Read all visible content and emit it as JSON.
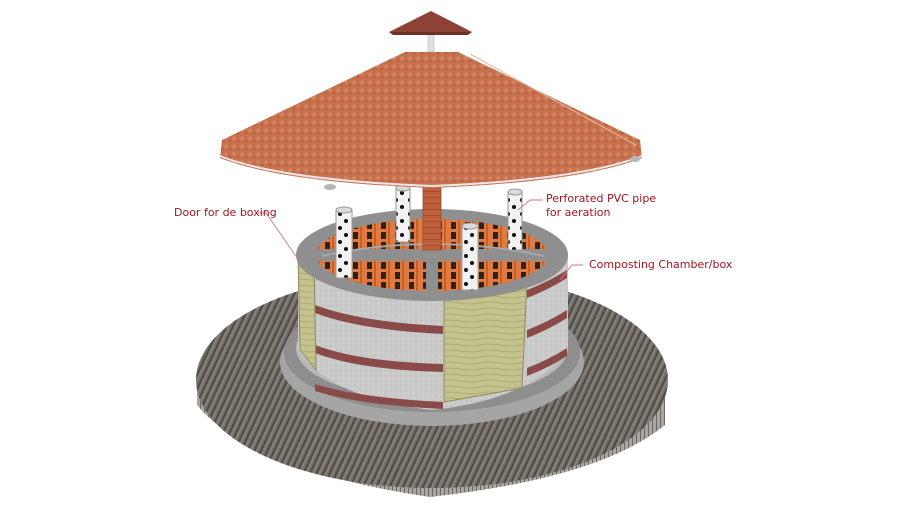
{
  "diagram": {
    "subject": "Round composting bin with conical roof",
    "labels": [
      {
        "id": "door",
        "text": "Door for de boxing"
      },
      {
        "id": "pipe",
        "line1": "Perforated PVC pipe",
        "line2": "for aeration"
      },
      {
        "id": "chamber",
        "text": "Composting Chamber/box"
      }
    ],
    "colors": {
      "label_text": "#a0141e",
      "leader_line": "#c97a82",
      "roof": "#c8714e",
      "cap": "#8e4236",
      "concrete": "#c9c9c9",
      "brick_band": "#8a4a4a",
      "wood_door": "#c2c08a",
      "deck": "#6f6b66",
      "compost_brick": "#d9733d",
      "chimney": "#c0603c"
    }
  }
}
